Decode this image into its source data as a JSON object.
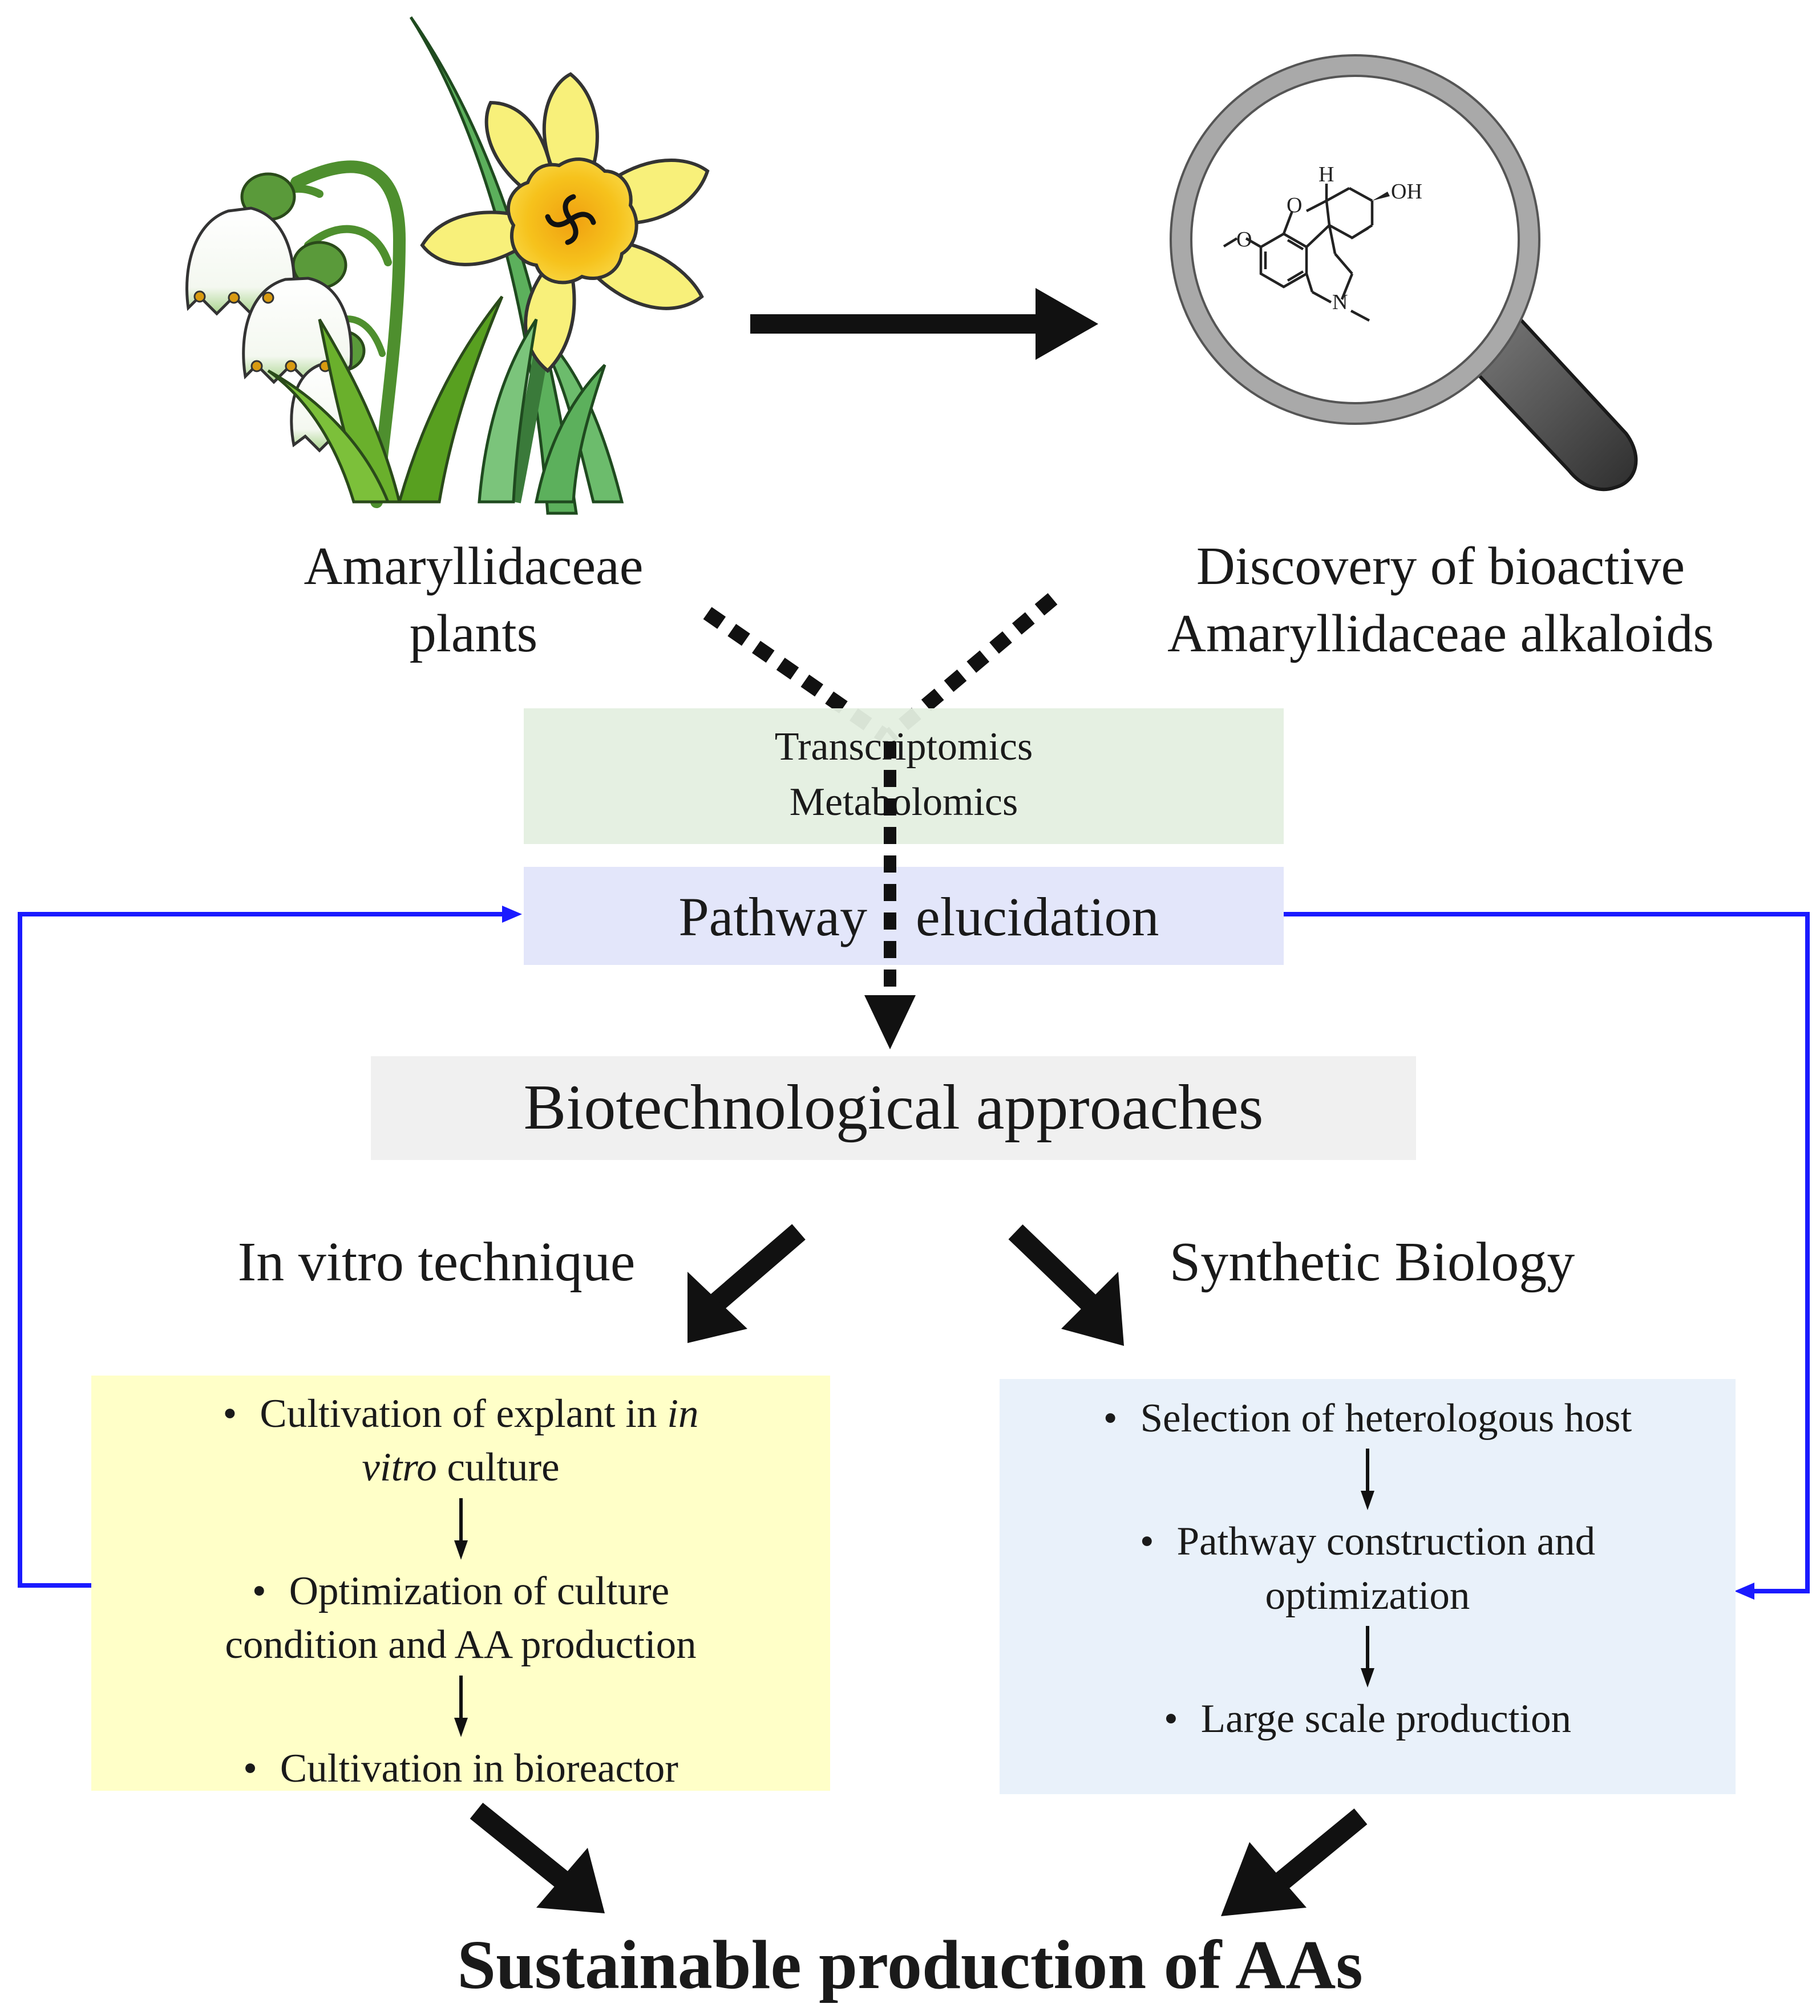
{
  "top": {
    "plants_label": [
      "Amaryllidaceae",
      "plants"
    ],
    "discovery_label": [
      "Discovery  of bioactive",
      "Amaryllidaceae  alkaloids"
    ],
    "molecule_atoms": {
      "h": "H",
      "oh": "OH",
      "o_ring": "O",
      "o_methoxy": "O",
      "n": "N"
    }
  },
  "omics_box": {
    "lines": [
      "Transcriptomics",
      "Metabolomics"
    ],
    "color": "#e4efe0"
  },
  "pathway_box": {
    "label_left": "Pathway",
    "label_right": "elucidation",
    "color": "#e3e6fa"
  },
  "biotech_box": {
    "label": "Biotechnological  approaches",
    "color": "#f0f0f0"
  },
  "branches": {
    "left": "In vitro technique",
    "right": "Synthetic Biology"
  },
  "invitro_box": {
    "color": "#ffffc8",
    "item1_a": "Cultivation of explant in ",
    "item1_italic_a": "in",
    "item1_italic_b": "vitro",
    "item1_b": " culture",
    "item2_a": "Optimization of culture",
    "item2_b": "condition and AA production",
    "item3": "Cultivation in bioreactor"
  },
  "synbio_box": {
    "color": "#e9f1fa",
    "item1": "Selection of heterologous host",
    "item2_a": "Pathway construction and",
    "item2_b": "optimization",
    "item3": "Large scale production"
  },
  "bullet": "•",
  "final_label": "Sustainable production of AAs",
  "feedback_line_color": "#1a1aff"
}
